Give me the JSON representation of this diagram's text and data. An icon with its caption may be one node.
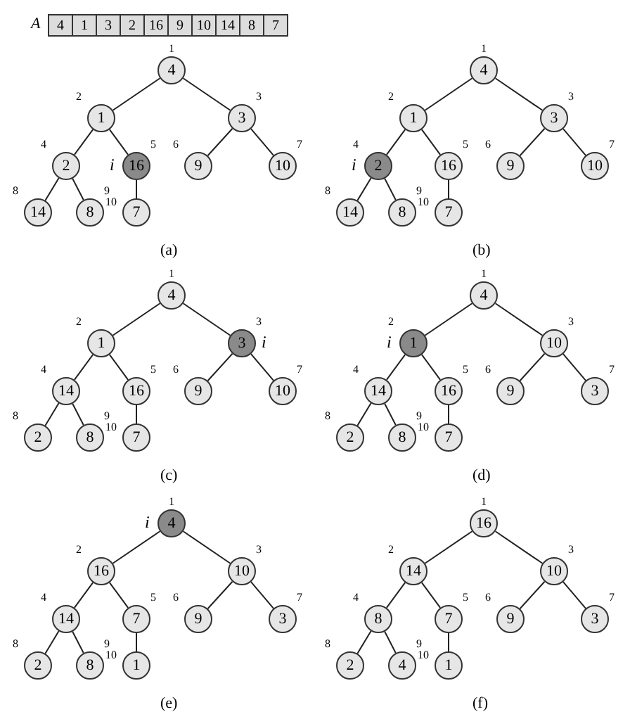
{
  "diagram": {
    "nodes": [
      {
        "text": [
          "4"
        ],
        "beside": [
          "1"
        ]
      },
      {
        "text": [
          "1"
        ],
        "beside": [
          "2"
        ]
      },
      {
        "text": [
          "3"
        ],
        "beside": [
          "3"
        ]
      },
      {
        "text": [
          "2"
        ],
        "beside": [
          "4"
        ]
      },
      {
        "text": [
          "16"
        ],
        "beside": [
          "5",
          "i"
        ]
      },
      {
        "text": [
          "9"
        ],
        "beside": [
          "6"
        ]
      },
      {
        "text": [
          "10"
        ],
        "beside": [
          "7"
        ]
      },
      {
        "text": [
          "14"
        ],
        "beside": [
          "8"
        ]
      },
      {
        "text": [
          "8"
        ],
        "beside": [
          "9"
        ]
      },
      {
        "text": [
          "7"
        ],
        "beside": [
          "10"
        ]
      },
      {
        "text": [
          "4"
        ],
        "beside": [
          "1"
        ]
      },
      {
        "text": [
          "1"
        ],
        "beside": [
          "2"
        ]
      },
      {
        "text": [
          "3"
        ],
        "beside": [
          "3"
        ]
      },
      {
        "text": [
          "2"
        ],
        "beside": [
          "4",
          "i"
        ]
      },
      {
        "text": [
          "16"
        ],
        "beside": [
          "5"
        ]
      },
      {
        "text": [
          "9"
        ],
        "beside": [
          "6"
        ]
      },
      {
        "text": [
          "10"
        ],
        "beside": [
          "7"
        ]
      },
      {
        "text": [
          "14"
        ],
        "beside": [
          "8"
        ]
      },
      {
        "text": [
          "8"
        ],
        "beside": [
          "9"
        ]
      },
      {
        "text": [
          "7"
        ],
        "beside": [
          "10"
        ]
      },
      {
        "text": [
          "4"
        ],
        "beside": [
          "1"
        ]
      },
      {
        "text": [
          "1"
        ],
        "beside": [
          "2"
        ]
      },
      {
        "text": [
          "3"
        ],
        "beside": [
          "3",
          "i"
        ]
      },
      {
        "text": [
          "14"
        ],
        "beside": [
          "4"
        ]
      },
      {
        "text": [
          "16"
        ],
        "beside": [
          "5"
        ]
      },
      {
        "text": [
          "9"
        ],
        "beside": [
          "6"
        ]
      },
      {
        "text": [
          "10"
        ],
        "beside": [
          "7"
        ]
      },
      {
        "text": [
          "2"
        ],
        "beside": [
          "8"
        ]
      },
      {
        "text": [
          "8"
        ],
        "beside": [
          "9"
        ]
      },
      {
        "text": [
          "7"
        ],
        "beside": [
          "10"
        ]
      },
      {
        "text": [
          "4"
        ],
        "beside": [
          "1"
        ]
      },
      {
        "text": [
          "1"
        ],
        "beside": [
          "2",
          "i"
        ]
      },
      {
        "text": [
          "10"
        ],
        "beside": [
          "3"
        ]
      },
      {
        "text": [
          "14"
        ],
        "beside": [
          "4"
        ]
      },
      {
        "text": [
          "16"
        ],
        "beside": [
          "5"
        ]
      },
      {
        "text": [
          "9"
        ],
        "beside": [
          "6"
        ]
      },
      {
        "text": [
          "3"
        ],
        "beside": [
          "7"
        ]
      },
      {
        "text": [
          "2"
        ],
        "beside": [
          "8"
        ]
      },
      {
        "text": [
          "8"
        ],
        "beside": [
          "9"
        ]
      },
      {
        "text": [
          "7"
        ],
        "beside": [
          "10"
        ]
      },
      {
        "text": [
          "4"
        ],
        "beside": [
          "1",
          "i"
        ]
      },
      {
        "text": [
          "16"
        ],
        "beside": [
          "2"
        ]
      },
      {
        "text": [
          "10"
        ],
        "beside": [
          "3"
        ]
      },
      {
        "text": [
          "14"
        ],
        "beside": [
          "4"
        ]
      },
      {
        "text": [
          "7"
        ],
        "beside": [
          "5"
        ]
      },
      {
        "text": [
          "9"
        ],
        "beside": [
          "6"
        ]
      },
      {
        "text": [
          "3"
        ],
        "beside": [
          "7"
        ]
      },
      {
        "text": [
          "2"
        ],
        "beside": [
          "8"
        ]
      },
      {
        "text": [
          "8"
        ],
        "beside": [
          "9"
        ]
      },
      {
        "text": [
          "1"
        ],
        "beside": [
          "10"
        ]
      },
      {
        "text": [
          "16"
        ],
        "beside": [
          "1"
        ]
      },
      {
        "text": [
          "14"
        ],
        "beside": [
          "2"
        ]
      },
      {
        "text": [
          "10"
        ],
        "beside": [
          "3"
        ]
      },
      {
        "text": [
          "8"
        ],
        "beside": [
          "4"
        ]
      },
      {
        "text": [
          "7"
        ],
        "beside": [
          "5"
        ]
      },
      {
        "text": [
          "9"
        ],
        "beside": [
          "6"
        ]
      },
      {
        "text": [
          "3"
        ],
        "beside": [
          "7"
        ]
      },
      {
        "text": [
          "2"
        ],
        "beside": [
          "8"
        ]
      },
      {
        "text": [
          "4"
        ],
        "beside": [
          "9"
        ]
      },
      {
        "text": [
          "1"
        ],
        "beside": [
          "10"
        ]
      }
    ],
    "edges": [
      {
        "from": 0,
        "to": 1,
        "arrow": "none"
      },
      {
        "from": 0,
        "to": 2,
        "arrow": "none"
      },
      {
        "from": 1,
        "to": 3,
        "arrow": "none"
      },
      {
        "from": 1,
        "to": 4,
        "arrow": "none"
      },
      {
        "from": 2,
        "to": 5,
        "arrow": "none"
      },
      {
        "from": 2,
        "to": 6,
        "arrow": "none"
      },
      {
        "from": 3,
        "to": 7,
        "arrow": "none"
      },
      {
        "from": 3,
        "to": 8,
        "arrow": "none"
      },
      {
        "from": 4,
        "to": 9,
        "arrow": "none"
      },
      {
        "from": 10,
        "to": 11,
        "arrow": "none"
      },
      {
        "from": 10,
        "to": 12,
        "arrow": "none"
      },
      {
        "from": 11,
        "to": 13,
        "arrow": "none"
      },
      {
        "from": 11,
        "to": 14,
        "arrow": "none"
      },
      {
        "from": 12,
        "to": 15,
        "arrow": "none"
      },
      {
        "from": 12,
        "to": 16,
        "arrow": "none"
      },
      {
        "from": 13,
        "to": 17,
        "arrow": "none"
      },
      {
        "from": 13,
        "to": 18,
        "arrow": "none"
      },
      {
        "from": 14,
        "to": 19,
        "arrow": "none"
      },
      {
        "from": 20,
        "to": 21,
        "arrow": "none"
      },
      {
        "from": 20,
        "to": 22,
        "arrow": "none"
      },
      {
        "from": 21,
        "to": 23,
        "arrow": "none"
      },
      {
        "from": 21,
        "to": 24,
        "arrow": "none"
      },
      {
        "from": 22,
        "to": 25,
        "arrow": "none"
      },
      {
        "from": 22,
        "to": 26,
        "arrow": "none"
      },
      {
        "from": 23,
        "to": 27,
        "arrow": "none"
      },
      {
        "from": 23,
        "to": 28,
        "arrow": "none"
      },
      {
        "from": 24,
        "to": 29,
        "arrow": "none"
      },
      {
        "from": 30,
        "to": 31,
        "arrow": "none"
      },
      {
        "from": 30,
        "to": 32,
        "arrow": "none"
      },
      {
        "from": 31,
        "to": 33,
        "arrow": "none"
      },
      {
        "from": 31,
        "to": 34,
        "arrow": "none"
      },
      {
        "from": 32,
        "to": 35,
        "arrow": "none"
      },
      {
        "from": 32,
        "to": 36,
        "arrow": "none"
      },
      {
        "from": 33,
        "to": 37,
        "arrow": "none"
      },
      {
        "from": 33,
        "to": 38,
        "arrow": "none"
      },
      {
        "from": 34,
        "to": 39,
        "arrow": "none"
      },
      {
        "from": 40,
        "to": 41,
        "arrow": "none"
      },
      {
        "from": 40,
        "to": 42,
        "arrow": "none"
      },
      {
        "from": 41,
        "to": 43,
        "arrow": "none"
      },
      {
        "from": 41,
        "to": 44,
        "arrow": "none"
      },
      {
        "from": 42,
        "to": 45,
        "arrow": "none"
      },
      {
        "from": 42,
        "to": 46,
        "arrow": "none"
      },
      {
        "from": 43,
        "to": 47,
        "arrow": "none"
      },
      {
        "from": 43,
        "to": 48,
        "arrow": "none"
      },
      {
        "from": 44,
        "to": 49,
        "arrow": "none"
      },
      {
        "from": 50,
        "to": 51,
        "arrow": "none"
      },
      {
        "from": 50,
        "to": 52,
        "arrow": "none"
      },
      {
        "from": 51,
        "to": 53,
        "arrow": "none"
      },
      {
        "from": 51,
        "to": 54,
        "arrow": "none"
      },
      {
        "from": 52,
        "to": 55,
        "arrow": "none"
      },
      {
        "from": 52,
        "to": 56,
        "arrow": "none"
      },
      {
        "from": 53,
        "to": 57,
        "arrow": "none"
      },
      {
        "from": 53,
        "to": 58,
        "arrow": "none"
      },
      {
        "from": 54,
        "to": 59,
        "arrow": "none"
      }
    ],
    "labels": [
      "A",
      "4",
      "1",
      "3",
      "2",
      "16",
      "9",
      "10",
      "14",
      "8",
      "7",
      "(a)",
      "(b)",
      "(c)",
      "(d)",
      "(e)",
      "(f)"
    ]
  }
}
